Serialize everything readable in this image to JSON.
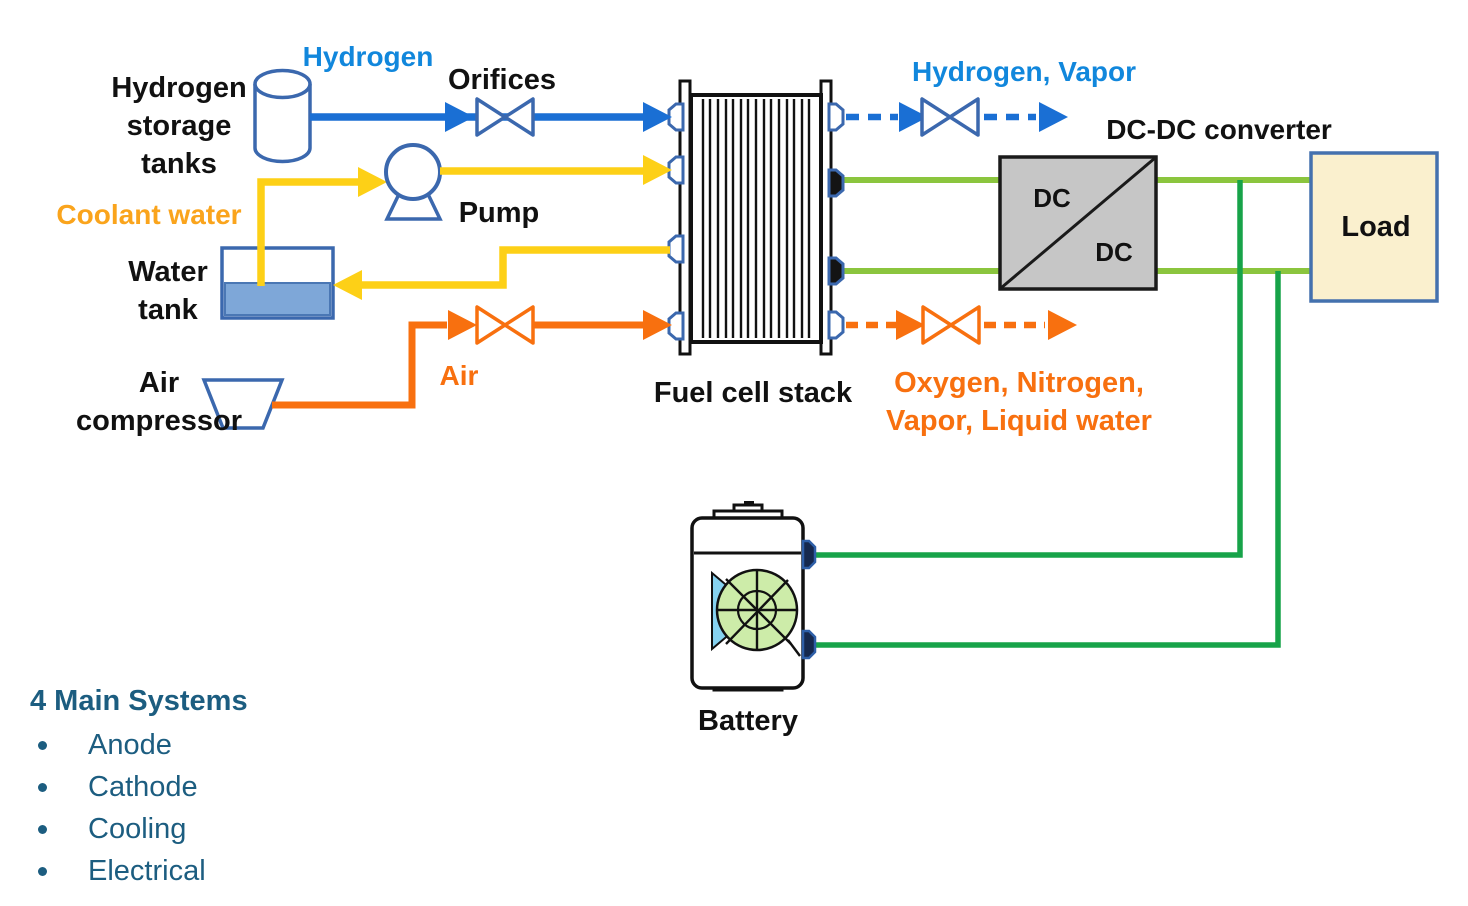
{
  "colors": {
    "hydrogen_line": "#1a6fd4",
    "hydrogen_text": "#1187dc",
    "component_outline_blue": "#3b68ae",
    "coolant_line_yellow": "#fdd017",
    "coolant_text_orange": "#faa41c",
    "air_line_orange": "#f8700f",
    "dc_wire_light_green": "#8bc53e",
    "battery_wire_dark_green": "#17a349",
    "converter_fill_gray": "#c6c6c6",
    "load_fill_cream": "#faf0ce",
    "load_border_blue": "#4471ae",
    "water_fill_blue": "#7ea7d8",
    "legend_text_teal": "#1c5d80"
  },
  "components": {
    "hydrogen_tank": {
      "label_lines": [
        "Hydrogen",
        "storage",
        "tanks"
      ]
    },
    "orifices": {
      "label": "Orifices"
    },
    "pump": {
      "label": "Pump"
    },
    "water_tank": {
      "label_lines": [
        "Water",
        "tank"
      ]
    },
    "air_compressor": {
      "label_lines": [
        "Air",
        "compressor"
      ]
    },
    "fuel_cell_stack": {
      "label": "Fuel cell stack"
    },
    "dc_dc_converter": {
      "label": "DC-DC converter",
      "input_label": "DC",
      "output_label": "DC"
    },
    "load": {
      "label": "Load"
    },
    "battery": {
      "label": "Battery"
    }
  },
  "streams": {
    "hydrogen_supply": {
      "label": "Hydrogen"
    },
    "hydrogen_exhaust": {
      "label": "Hydrogen, Vapor"
    },
    "coolant": {
      "label": "Coolant water"
    },
    "air_supply": {
      "label": "Air"
    },
    "cathode_exhaust": {
      "label_lines": [
        "Oxygen, Nitrogen,",
        "Vapor, Liquid water"
      ]
    }
  },
  "legend": {
    "title": "4 Main Systems",
    "items": [
      {
        "label": "Anode"
      },
      {
        "label": "Cathode"
      },
      {
        "label": "Cooling"
      },
      {
        "label": "Electrical"
      }
    ]
  }
}
